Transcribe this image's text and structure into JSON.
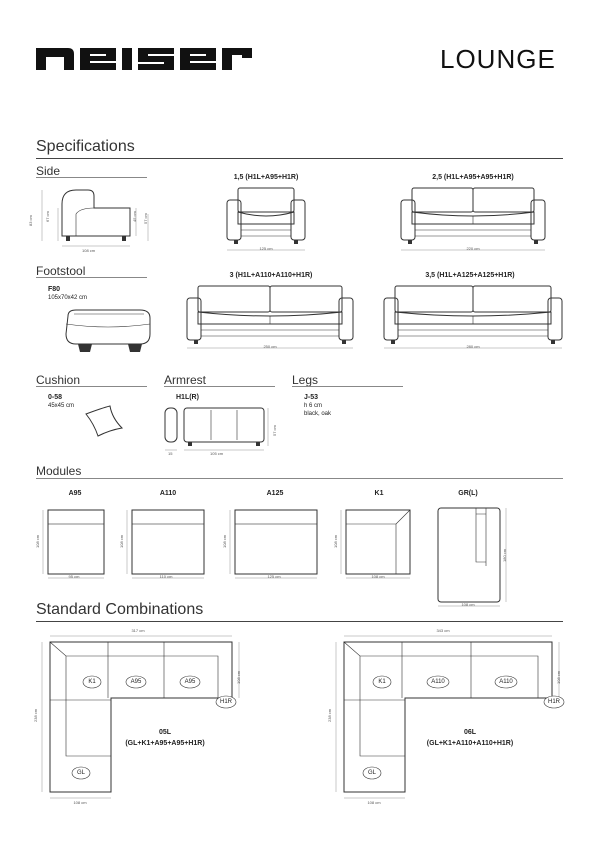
{
  "brand": "neiser",
  "product": "LOUNGE",
  "specifications": {
    "title": "Specifications",
    "side": {
      "title": "Side",
      "dims": [
        "83 cm",
        "67 cm",
        "45 cm",
        "57 cm",
        "108 cm"
      ]
    },
    "sofas": [
      {
        "label": "1,5 (H1L+A95+H1R)",
        "width": "125 cm"
      },
      {
        "label": "2,5 (H1L+A95+A95+H1R)",
        "width": "220 cm"
      },
      {
        "label": "3 (H1L+A110+A110+H1R)",
        "width": "250 cm"
      },
      {
        "label": "3,5 (H1L+A125+A125+H1R)",
        "width": "280 cm"
      }
    ],
    "footstool": {
      "title": "Footstool",
      "code": "F80",
      "size": "105x70x42 cm"
    },
    "cushion": {
      "title": "Cushion",
      "code": "0-58",
      "size": "45x45 cm"
    },
    "armrest": {
      "title": "Armrest",
      "code": "H1L(R)",
      "dims": [
        "15",
        "105 cm",
        "57 cm"
      ]
    },
    "legs": {
      "title": "Legs",
      "code": "J-53",
      "height": "h 6 cm",
      "finish": "black, oak"
    }
  },
  "modules": {
    "title": "Modules",
    "items": [
      {
        "label": "A95",
        "width": "95 cm",
        "depth": "108 cm"
      },
      {
        "label": "A110",
        "width": "110 cm",
        "depth": "108 cm"
      },
      {
        "label": "A125",
        "width": "125 cm",
        "depth": "108 cm"
      },
      {
        "label": "K1",
        "width": "108 cm",
        "depth": "108 cm"
      },
      {
        "label": "GR(L)",
        "width": "108 cm",
        "depth": "180 cm"
      }
    ]
  },
  "standard_combinations": {
    "title": "Standard Combinations",
    "items": [
      {
        "code": "05L",
        "formula": "(GL+K1+A95+A95+H1R)",
        "width": "317 cm",
        "depth": "238 cm",
        "side": "108 cm",
        "bottom": "108 cm",
        "parts": [
          "K1",
          "A95",
          "A95",
          "H1R",
          "GL"
        ]
      },
      {
        "code": "06L",
        "formula": "(GL+K1+A110+A110+H1R)",
        "width": "343 cm",
        "depth": "238 cm",
        "side": "108 cm",
        "bottom": "108 cm",
        "parts": [
          "K1",
          "A110",
          "A110",
          "H1R",
          "GL"
        ]
      }
    ]
  }
}
